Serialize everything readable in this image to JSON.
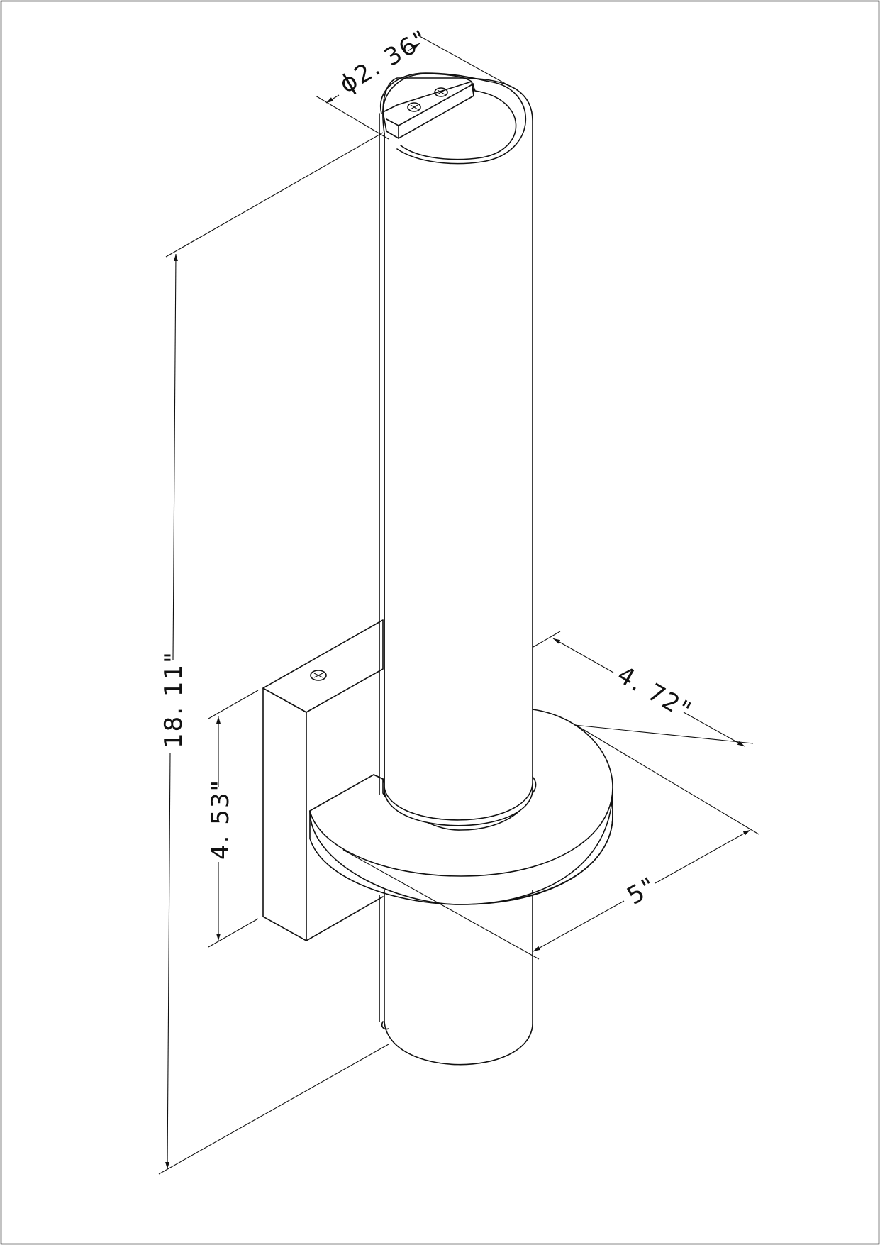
{
  "dimensions": {
    "diameter": "ϕ2. 36\"",
    "overall_height": "18. 11\"",
    "backplate_height": "4. 53\"",
    "projection": "4. 72\"",
    "base_diameter": "5\""
  },
  "colors": {
    "line": "#111111",
    "background": "#ffffff"
  }
}
